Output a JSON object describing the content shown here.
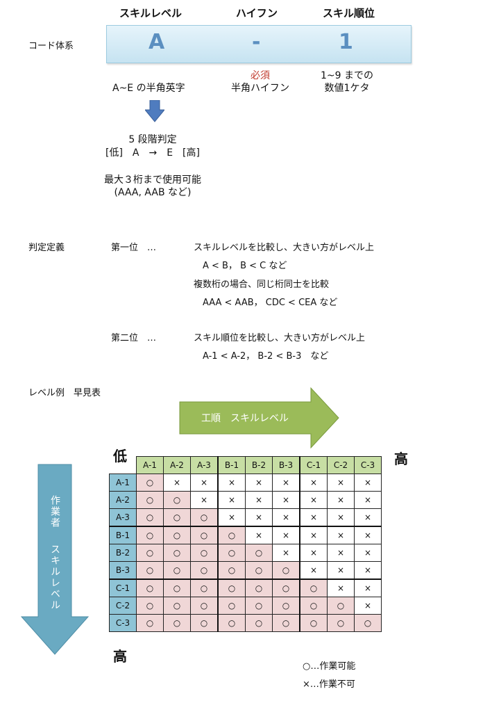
{
  "header": {
    "skill_level": "スキルレベル",
    "hyphen": "ハイフン",
    "skill_rank": "スキル順位"
  },
  "code_system_label": "コード体系",
  "code": {
    "letter": "A",
    "hyphen": "-",
    "digit": "1"
  },
  "notes": {
    "letter": "A~E の半角英字",
    "required": "必須",
    "hyphen": "半角ハイフン",
    "digit_line1": "1~9 までの",
    "digit_line2": "数値1ケタ"
  },
  "grading": {
    "line1": "5 段階判定",
    "line2": "[低]　A　→　E　[高]",
    "line3": "最大３桁まで使用可能",
    "line4": "(AAA, AAB など)"
  },
  "definition": {
    "label": "判定定義",
    "first_label": "第一位　…",
    "first_lines": [
      "スキルレベルを比較し、大きい方がレベル上",
      "A < B， B < C など",
      "複数桁の場合、同じ桁同士を比較",
      "AAA < AAB， CDC < CEA など"
    ],
    "second_label": "第二位　…",
    "second_lines": [
      "スキル順位を比較し、大きい方がレベル上",
      "A-1 < A-2， B-2 < B-3　など"
    ]
  },
  "table_title": "レベル例　早見表",
  "arrows": {
    "process_label": "工順　スキルレベル",
    "worker_label": "作業者　 スキルレベル",
    "low": "低",
    "high_right": "高",
    "high_bottom": "高"
  },
  "grid": {
    "columns": [
      "A-1",
      "A-2",
      "A-3",
      "B-1",
      "B-2",
      "B-3",
      "C-1",
      "C-2",
      "C-3"
    ],
    "rows": [
      {
        "label": "A-1",
        "cells": [
          "○",
          "×",
          "×",
          "×",
          "×",
          "×",
          "×",
          "×",
          "×"
        ]
      },
      {
        "label": "A-2",
        "cells": [
          "○",
          "○",
          "×",
          "×",
          "×",
          "×",
          "×",
          "×",
          "×"
        ]
      },
      {
        "label": "A-3",
        "cells": [
          "○",
          "○",
          "○",
          "×",
          "×",
          "×",
          "×",
          "×",
          "×"
        ]
      },
      {
        "label": "B-1",
        "cells": [
          "○",
          "○",
          "○",
          "○",
          "×",
          "×",
          "×",
          "×",
          "×"
        ]
      },
      {
        "label": "B-2",
        "cells": [
          "○",
          "○",
          "○",
          "○",
          "○",
          "×",
          "×",
          "×",
          "×"
        ]
      },
      {
        "label": "B-3",
        "cells": [
          "○",
          "○",
          "○",
          "○",
          "○",
          "○",
          "×",
          "×",
          "×"
        ]
      },
      {
        "label": "C-1",
        "cells": [
          "○",
          "○",
          "○",
          "○",
          "○",
          "○",
          "○",
          "×",
          "×"
        ]
      },
      {
        "label": "C-2",
        "cells": [
          "○",
          "○",
          "○",
          "○",
          "○",
          "○",
          "○",
          "○",
          "×"
        ]
      },
      {
        "label": "C-3",
        "cells": [
          "○",
          "○",
          "○",
          "○",
          "○",
          "○",
          "○",
          "○",
          "○"
        ]
      }
    ]
  },
  "legend": {
    "ok": "○…作業可能",
    "ng": "×…作業不可"
  },
  "colors": {
    "code_text": "#5b8fc0",
    "col_header": "#c7dea4",
    "row_header": "#8fc4d6",
    "ok_cell": "#f0d7d7",
    "process_arrow": "#9bbb59",
    "worker_arrow": "#6aaac2",
    "required": "#c0392b"
  }
}
